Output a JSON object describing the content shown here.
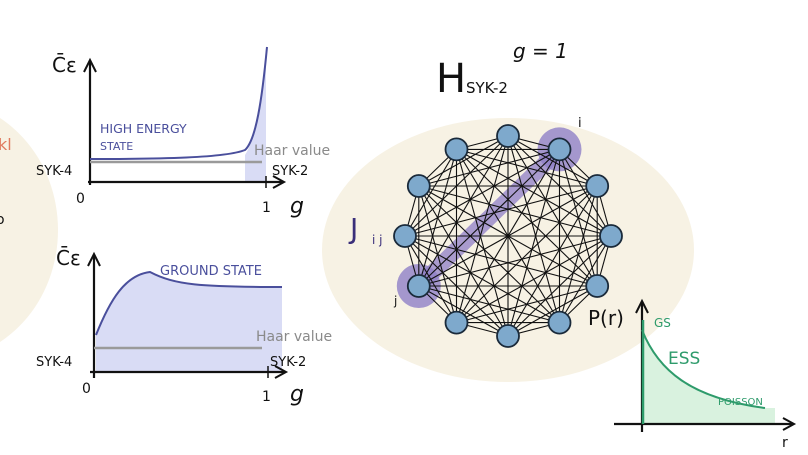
{
  "left_edge": {
    "fragment_top": "kl",
    "fragment_mid": "o"
  },
  "panel_high_energy": {
    "y_axis_label": "C̄ε",
    "curve_label_line1": "HIGH ENERGY",
    "curve_label_line2": "STATE",
    "haar_label": "Haar value",
    "left_label": "SYK-4",
    "right_label": "SYK-2",
    "x_tick_0": "0",
    "x_tick_1": "1",
    "x_axis_label": "g"
  },
  "panel_ground": {
    "y_axis_label": "C̄ε",
    "curve_label": "GROUND STATE",
    "haar_label": "Haar value",
    "left_label": "SYK-4",
    "right_label": "SYK-2",
    "x_tick_0": "0",
    "x_tick_1": "1",
    "x_axis_label": "g"
  },
  "network": {
    "title_main": "H",
    "title_sub": "SYK-2",
    "g_label": "g = 1",
    "coupling_main": "J",
    "coupling_sub": "i j",
    "node_i_label": "i",
    "node_j_label": "j",
    "node_count": 12,
    "colors": {
      "node_fill": "#7ea9cc",
      "node_stroke": "#1a2a3a",
      "highlight": "#8f7fc7",
      "backdrop": "#f7f2e4"
    }
  },
  "distribution": {
    "y_axis_label": "P(r)",
    "x_axis_label": "r",
    "gs_label": "GS",
    "ess_label": "ESS",
    "poisson_label": "POISSON",
    "colors": {
      "gs": "#2e9b6b",
      "fill": "#d9f2df"
    }
  },
  "colors": {
    "curve": "#4a4f9c",
    "haar": "#9a9a9a",
    "area": "#d9dcf5",
    "ink": "#111111"
  }
}
